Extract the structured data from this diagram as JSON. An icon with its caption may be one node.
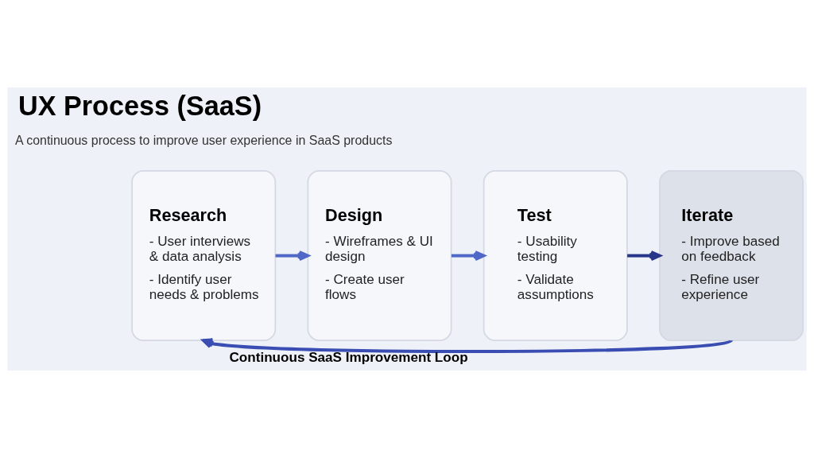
{
  "diagram": {
    "title": "UX Process (SaaS)",
    "nodes": [
      {
        "text": [
          "Research",
          "- User interviews & data analysis",
          "- Identify user needs & problems"
        ]
      },
      {
        "text": [
          "Design",
          "- Wireframes & UI design",
          "- Create user flows"
        ]
      },
      {
        "text": [
          "Test",
          "- Usability testing",
          "- Validate assumptions"
        ]
      },
      {
        "text": [
          "Iterate",
          "- Improve based on feedback",
          "- Refine user experience"
        ]
      }
    ],
    "edges": [
      {
        "from": 0,
        "to": 1,
        "arrow": "to"
      },
      {
        "from": 1,
        "to": 2,
        "arrow": "to"
      },
      {
        "from": 2,
        "to": 3,
        "arrow": "to",
        "color": "#27358a"
      },
      {
        "from": 3,
        "to": 0,
        "arrow": "to",
        "label": "Continuous SaaS Improvement Loop",
        "color": "#3a4db3"
      }
    ],
    "labels": [
      "A continuous process to improve user experience in SaaS products"
    ]
  }
}
